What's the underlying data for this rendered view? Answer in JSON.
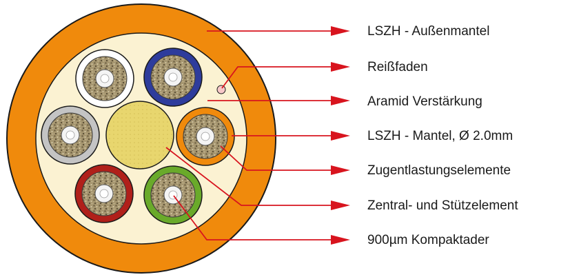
{
  "labels": {
    "outer_jacket": "LSZH - Außenmantel",
    "ripcord": "Reißfaden",
    "aramid": "Aramid Verstärkung",
    "sub_jacket": "LSZH -  Mantel, Ø 2.0mm",
    "strain_relief": "Zugentlastungselemente",
    "central_element": "Zentral- und Stützelement",
    "buffer": "900µm Kompaktader"
  },
  "colors": {
    "outer_jacket": "#f08a0c",
    "aramid_fill": "#fbf2d2",
    "central_element": "#e8d66e",
    "arrow": "#d8141e",
    "fiber_white": "#ffffff",
    "fiber_blue": "#2e3c9c",
    "fiber_orange": "#f08a0c",
    "fiber_green": "#6aaa2a",
    "fiber_red": "#b0201a",
    "fiber_grey": "#c4c4c4"
  }
}
